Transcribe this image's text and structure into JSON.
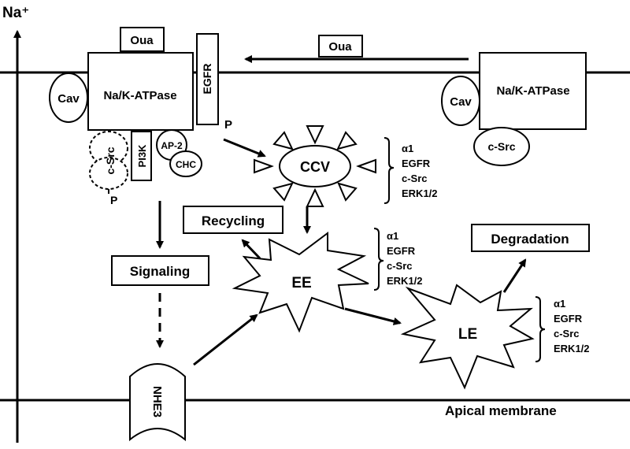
{
  "diagram": {
    "axis_label": "Na⁺",
    "ouabain_left": "Oua",
    "ouabain_right": "Oua",
    "pump_left": "Na/K-ATPase",
    "pump_right": "Na/K-ATPase",
    "caveolin_left": "Cav",
    "caveolin_right": "Cav",
    "egfr": "EGFR",
    "phospho_egfr": "P",
    "csrc_left": "c-Src",
    "phospho_csrc": "P",
    "csrc_right": "c-Src",
    "pi3k": "PI3K",
    "ap2": "AP-2",
    "chc": "CHC",
    "ccv": "CCV",
    "ee": "EE",
    "le": "LE",
    "recycling": "Recycling",
    "degradation": "Degradation",
    "signaling": "Signaling",
    "nhe3": "NHE3",
    "apical_membrane": "Apical membrane",
    "cargo_ccv": [
      "α1",
      "EGFR",
      "c-Src",
      "ERK1/2"
    ],
    "cargo_ee": [
      "α1",
      "EGFR",
      "c-Src",
      "ERK1/2"
    ],
    "cargo_le": [
      "α1",
      "EGFR",
      "c-Src",
      "ERK1/2"
    ]
  }
}
